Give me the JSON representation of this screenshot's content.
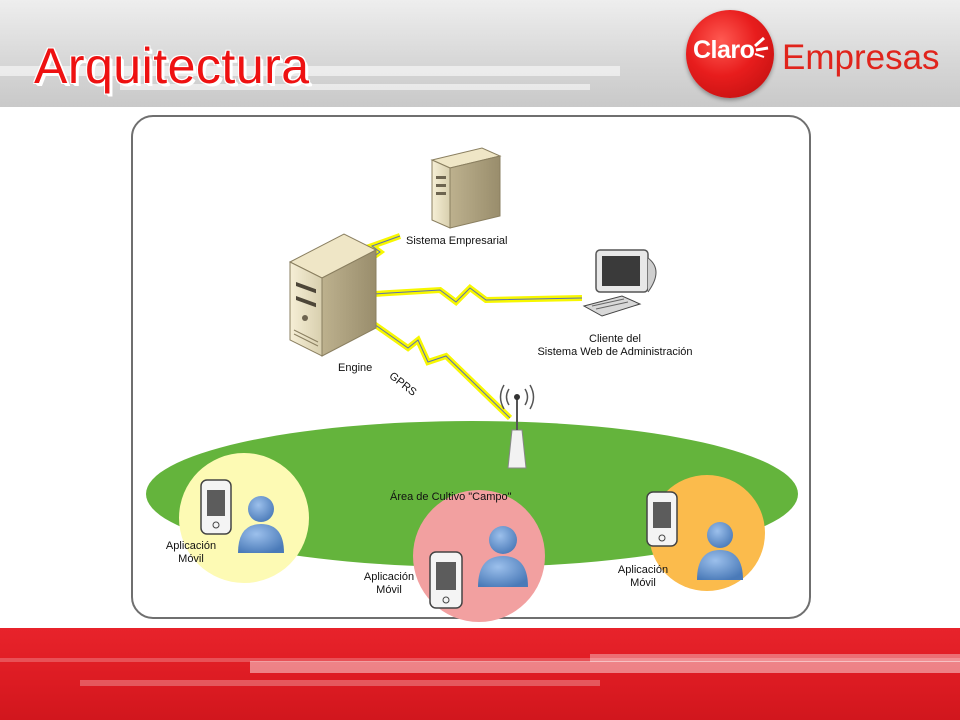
{
  "slide": {
    "title": "Arquitectura"
  },
  "logo": {
    "brand": "Claro",
    "product": "Empresas",
    "color_red": "#e0241c"
  },
  "diagram": {
    "nodes": {
      "sistema_empresarial": "Sistema Empresarial",
      "engine": "Engine",
      "cliente_line1": "Cliente del",
      "cliente_line2": "Sistema Web de Administración",
      "link_label": "GPRS",
      "area": "Área de Cultivo \"Campo\"",
      "movil_line1": "Aplicación",
      "movil_line2": "Móvil"
    },
    "colors": {
      "field": "#64b43c",
      "zone_yellow": "#fdfab4",
      "zone_pink": "#f2a0a0",
      "zone_orange": "#fbbb4c",
      "lightning": "#f7f700",
      "person": "#5a8cc8"
    },
    "icons": [
      "server-icon",
      "engine-server-icon",
      "computer-icon",
      "antenna-icon",
      "phone-icon",
      "person-icon",
      "lightning-icon"
    ]
  }
}
